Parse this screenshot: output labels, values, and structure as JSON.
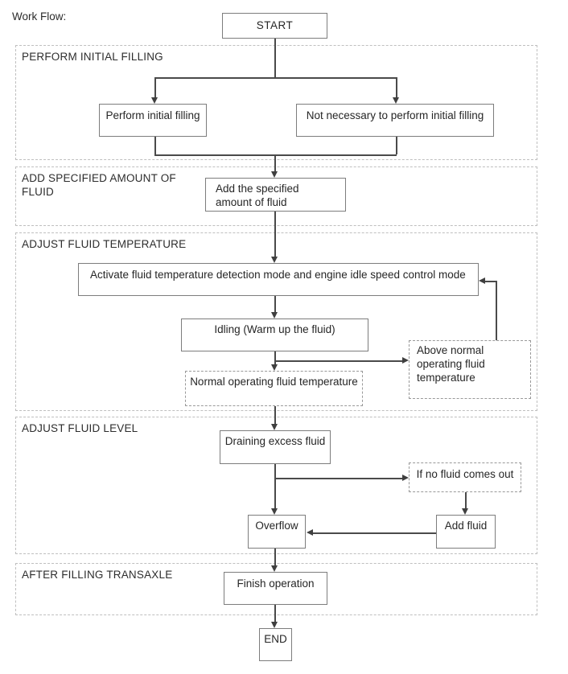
{
  "title": "Work Flow:",
  "sections": [
    {
      "label": "PERFORM INITIAL FILLING"
    },
    {
      "label": "ADD SPECIFIED AMOUNT OF FLUID"
    },
    {
      "label": "ADJUST FLUID TEMPERATURE"
    },
    {
      "label": "ADJUST FLUID LEVEL"
    },
    {
      "label": "AFTER FILLING TRANSAXLE"
    }
  ],
  "nodes": {
    "start": "START",
    "perform_initial_filling": "Perform initial filling",
    "not_necessary": "Not necessary to perform initial filling",
    "add_specified_amount": "Add the specified amount of fluid",
    "activate_mode": "Activate fluid temperature detection mode and engine idle speed control mode",
    "idling": "Idling (Warm up the fluid)",
    "above_normal": "Above normal operating fluid temperature",
    "normal_temp": "Normal operating fluid temperature",
    "draining": "Draining excess fluid",
    "if_no_fluid": "If no fluid comes out",
    "overflow": "Overflow",
    "add_fluid": "Add fluid",
    "finish": "Finish operation",
    "end": "END"
  },
  "colors": {
    "background": "#ffffff",
    "text": "#262626",
    "node_border": "#7d7d7d",
    "dashed_node_border": "#999999",
    "section_border": "#bfbfbf",
    "connector": "#4a4a4a"
  }
}
